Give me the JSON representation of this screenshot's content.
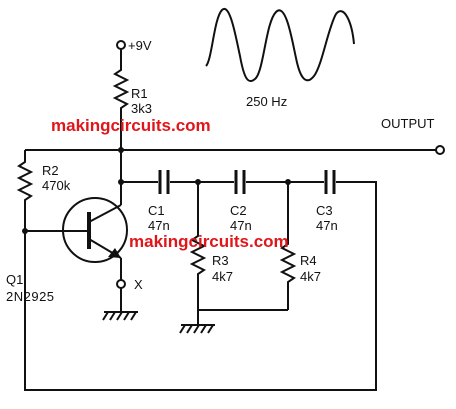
{
  "supply": {
    "label": "+9V"
  },
  "waveform": {
    "frequency_label": "250 Hz"
  },
  "output": {
    "label": "OUTPUT"
  },
  "components": {
    "r1": {
      "name": "R1",
      "value": "3k3"
    },
    "r2": {
      "name": "R2",
      "value": "470k"
    },
    "r3": {
      "name": "R3",
      "value": "4k7"
    },
    "r4": {
      "name": "R4",
      "value": "4k7"
    },
    "c1": {
      "name": "C1",
      "value": "47n"
    },
    "c2": {
      "name": "C2",
      "value": "47n"
    },
    "c3": {
      "name": "C3",
      "value": "47n"
    },
    "q1": {
      "name": "Q1",
      "part": "2N2925"
    },
    "x_point": {
      "label": "X"
    }
  },
  "watermark": {
    "text": "makingcircuits.com",
    "color": "#e0161b"
  }
}
